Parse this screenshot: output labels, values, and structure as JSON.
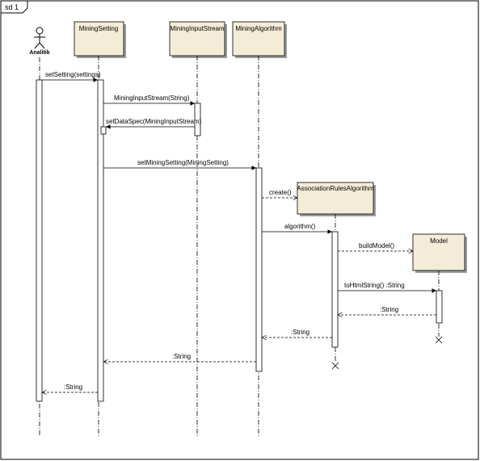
{
  "frame": {
    "tag": "sd 1"
  },
  "actor": {
    "name": "Analitik"
  },
  "lifelines": [
    {
      "id": "mining-setting",
      "label": "MiningSetting"
    },
    {
      "id": "mining-input-stream",
      "label": "MiningInputStream"
    },
    {
      "id": "mining-algorithm",
      "label": "MiningAlgorithm"
    },
    {
      "id": "association-rules-algorithm",
      "label": "AssociationRulesAlgorithm"
    },
    {
      "id": "model",
      "label": "Model"
    }
  ],
  "messages": [
    {
      "id": "set-setting",
      "label": "setSetting(settings)"
    },
    {
      "id": "mining-input-stream-call",
      "label": "MiningInputStream(String)"
    },
    {
      "id": "set-data-spec",
      "label": "setDataSpec(MiningInputStream)"
    },
    {
      "id": "set-mining-setting",
      "label": "setMiningSetting(MiningSetting)"
    },
    {
      "id": "create",
      "label": "create()"
    },
    {
      "id": "algorithm",
      "label": "algorithm()"
    },
    {
      "id": "build-model",
      "label": "buildModel()"
    },
    {
      "id": "to-html-string",
      "label": "toHtmlString() :String"
    },
    {
      "id": "return-model",
      "label": ":String"
    },
    {
      "id": "return-association",
      "label": ":String"
    },
    {
      "id": "return-mining-algorithm",
      "label": ":String"
    },
    {
      "id": "return-mining-setting",
      "label": ":String"
    }
  ],
  "colors": {
    "box_fill": "#f5ecd8",
    "box_shadow": "#9a9a9a",
    "line": "#000000"
  }
}
